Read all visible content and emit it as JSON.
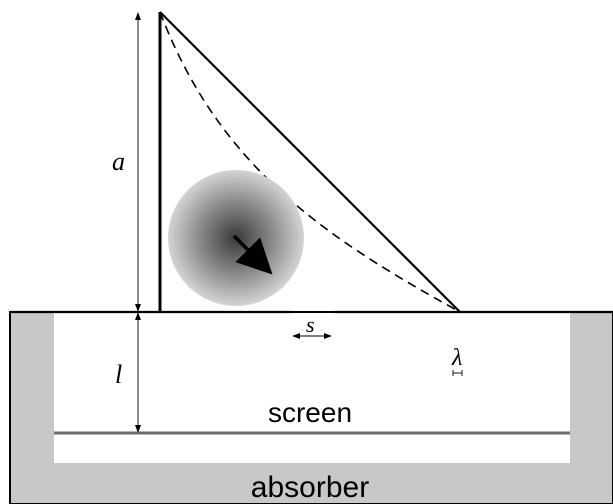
{
  "labels": {
    "a": "a",
    "l": "l",
    "s": "s",
    "lambda": "λ",
    "screen": "screen",
    "absorber": "absorber"
  },
  "colors": {
    "absorber": "#c8c8c8",
    "screen_line": "#6e6e6e",
    "lines": "#000000",
    "particle_center": "#3a3a3a",
    "particle_edge": "#d2d2d2"
  }
}
